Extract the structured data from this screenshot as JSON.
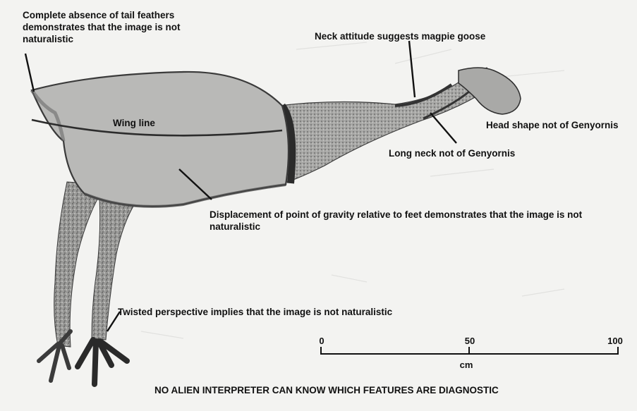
{
  "annotations": {
    "tail": "Complete absence of tail feathers demonstrates that the image is not naturalistic",
    "neck_attitude": "Neck attitude suggests magpie goose",
    "head_shape": "Head shape not of Genyornis",
    "long_neck": "Long neck not of Genyornis",
    "wing_line": "Wing line",
    "gravity": "Displacement of point of gravity relative to feet demonstrates that the image is not naturalistic",
    "perspective": "Twisted perspective implies that the image is not naturalistic"
  },
  "scale_bar": {
    "ticks": [
      "0",
      "50",
      "100"
    ],
    "unit": "cm"
  },
  "footer": "NO ALIEN INTERPRETER CAN KNOW WHICH FEATURES  ARE DIAGNOSTIC",
  "colors": {
    "body_fill": "#b9b9b7",
    "pigment_dark": "#2b2b2b",
    "background": "#f3f3f1",
    "text": "#111111"
  }
}
